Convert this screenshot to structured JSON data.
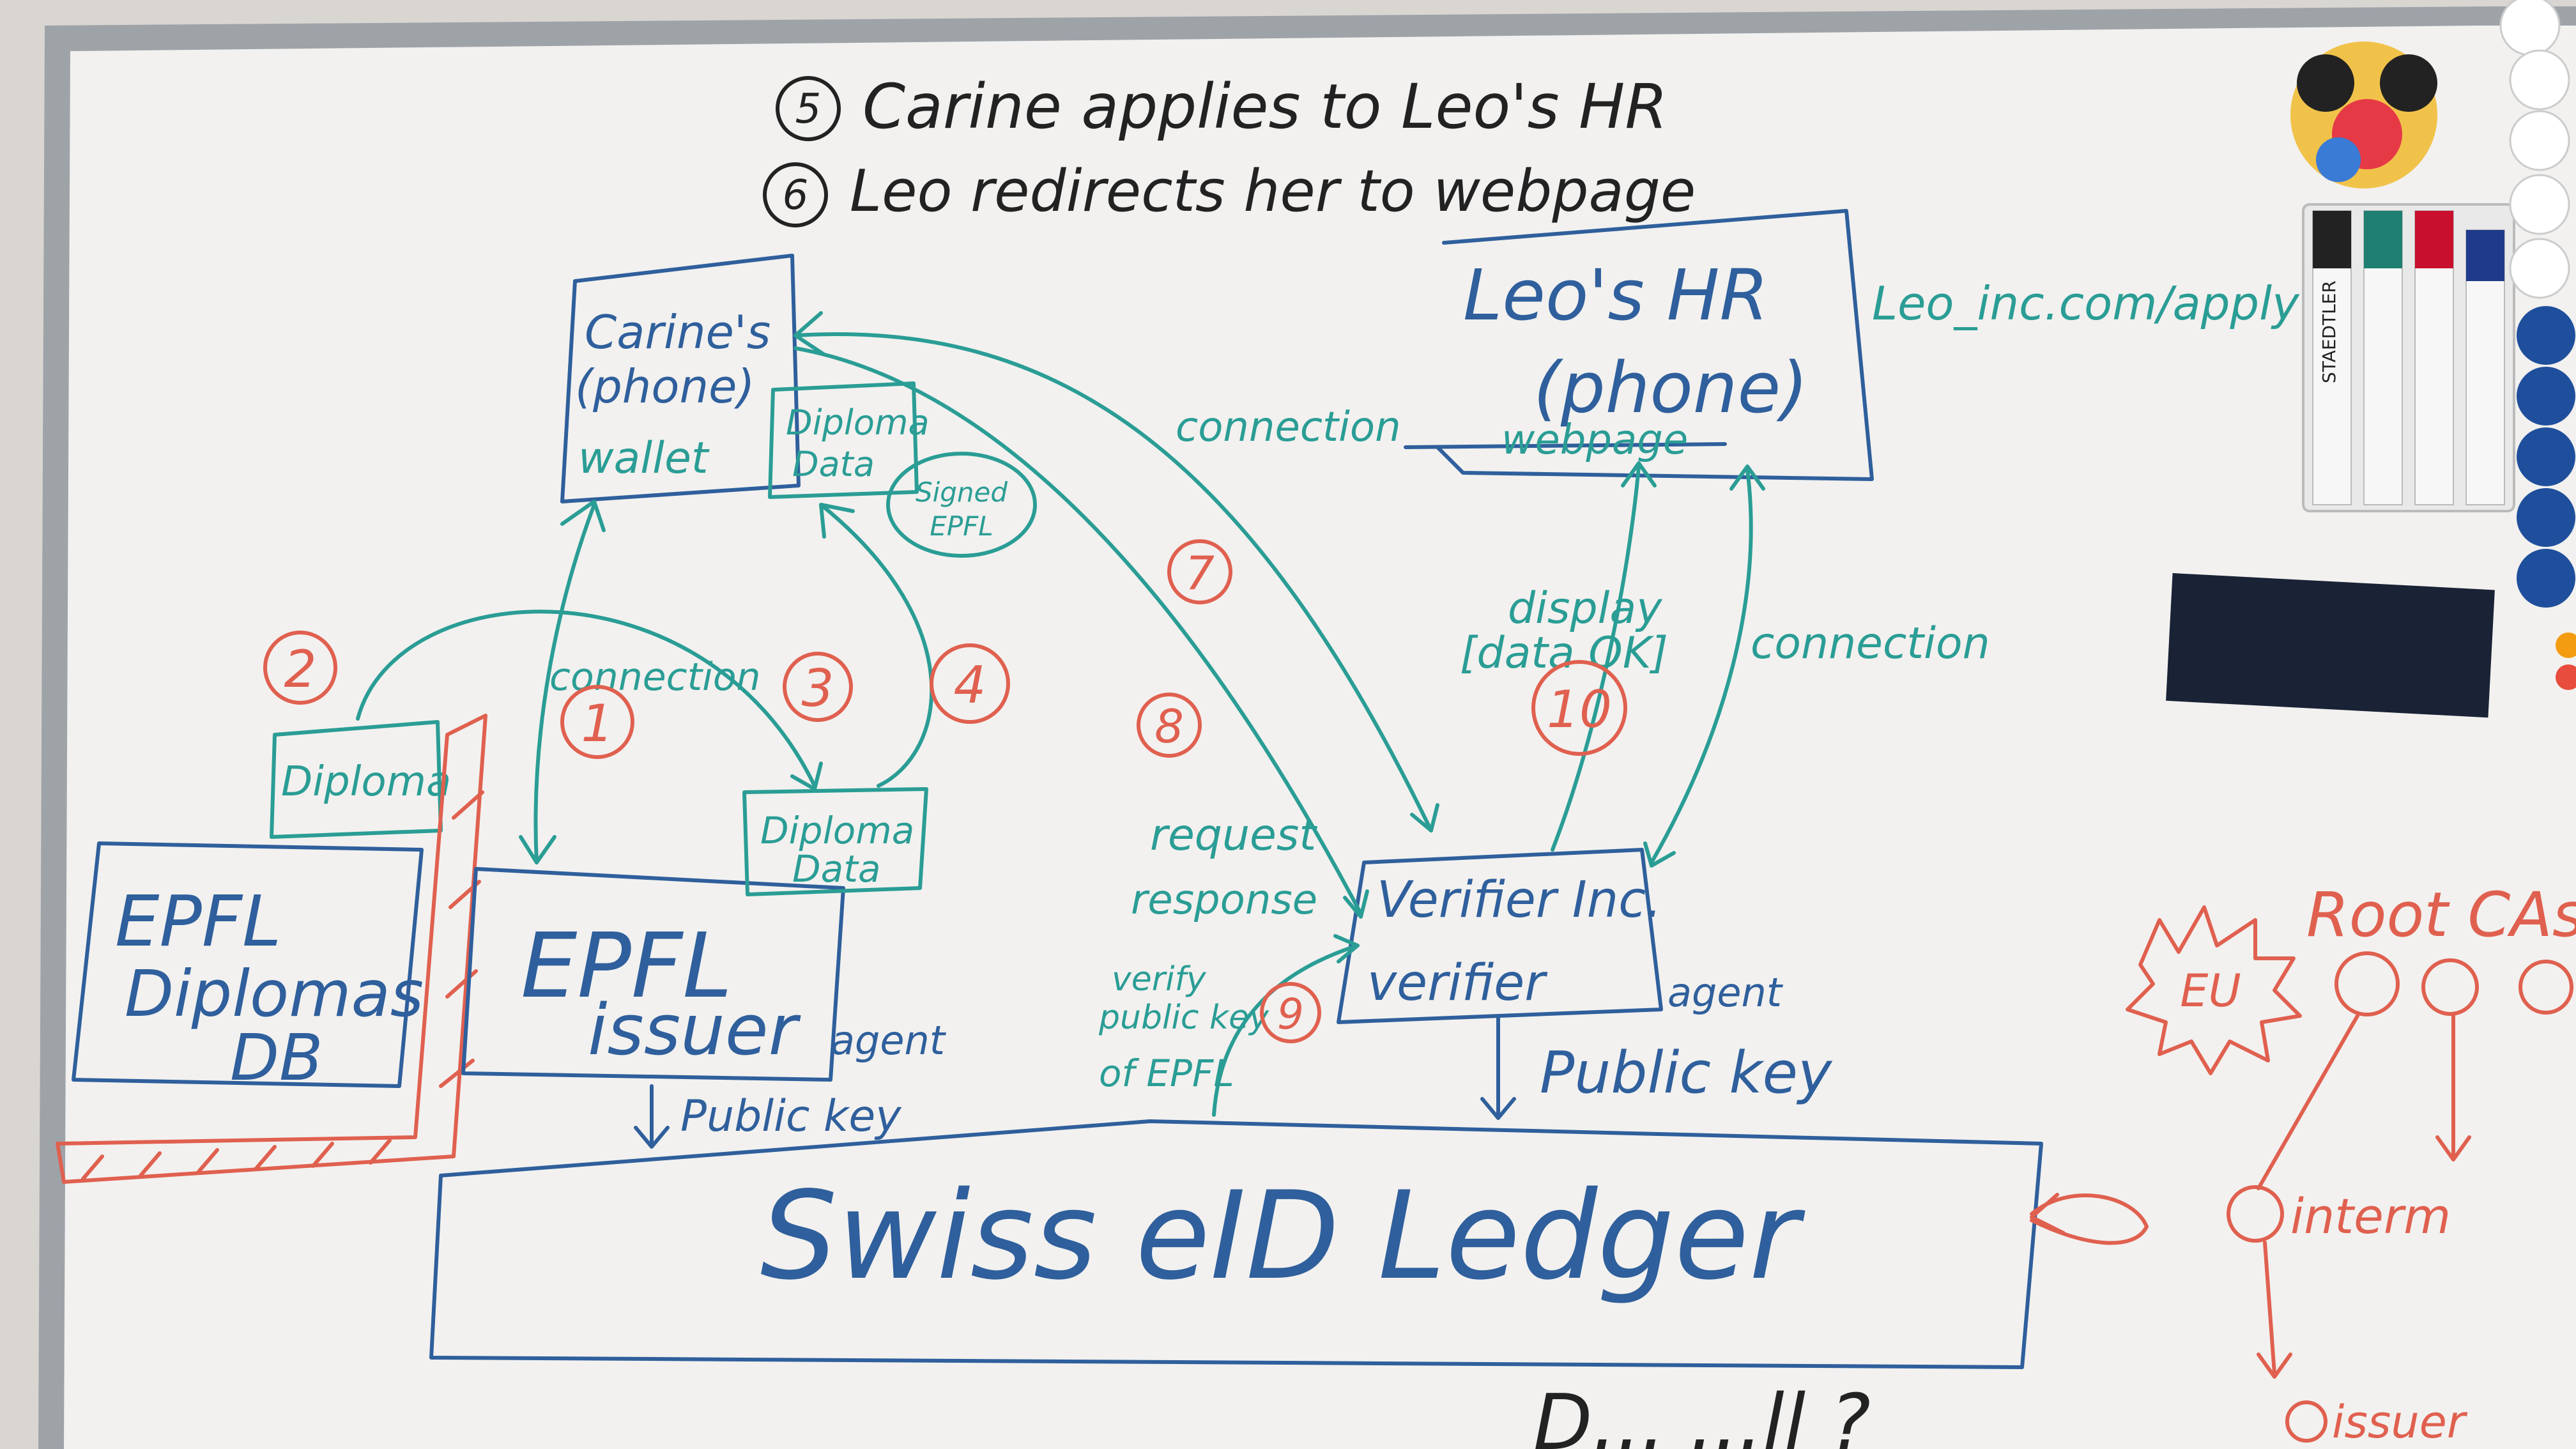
{
  "colors": {
    "board": "#f2f1ef",
    "frame": "#9ea3a8",
    "ink_blue": "#2f5f9c",
    "ink_teal": "#2a9d95",
    "ink_red": "#e0604f",
    "ink_black": "#222222",
    "wall": "#d9d6d2",
    "dark_strip": "#1a2236"
  },
  "header": {
    "step5": "Carine applies to Leo's HR",
    "step6": "Leo redirects her to webpage",
    "num5": "5",
    "num6": "6"
  },
  "wallet": {
    "line1": "Carine's",
    "line2": "(phone)",
    "line3": "wallet",
    "diploma_line1": "Diploma",
    "diploma_line2": "Data",
    "signed_line1": "Signed",
    "signed_line2": "EPFL"
  },
  "leos_hr": {
    "line1": "Leo's HR",
    "line2": "(phone)",
    "webpage": "webpage",
    "url": "Leo_inc.com/apply"
  },
  "epfl_db": {
    "line1": "EPFL",
    "line2": "Diplomas",
    "line3": "DB",
    "diploma": "Diploma"
  },
  "epfl_issuer": {
    "line1": "EPFL",
    "line2": "issuer",
    "agent": "agent",
    "public_key": "Public key",
    "diploma_line1": "Diploma",
    "diploma_line2": "Data"
  },
  "verifier": {
    "line1": "Verifier Inc.",
    "line2": "verifier",
    "agent": "agent",
    "public_key": "Public key"
  },
  "ledger": {
    "label": "Swiss eID Ledger"
  },
  "labels": {
    "connection_1": "connection",
    "connection_7": "connection",
    "connection_10": "connection",
    "request": "request",
    "response": "response",
    "verify_line1": "verify",
    "verify_line2": "public key",
    "verify_line3": "of EPFL",
    "display_line1": "display",
    "display_line2": "[data OK]"
  },
  "steps": {
    "s1": "1",
    "s2": "2",
    "s3": "3",
    "s4": "4",
    "s7": "7",
    "s8": "8",
    "s9": "9",
    "s10": "10"
  },
  "trust": {
    "root_cas": "Root CAs",
    "eu": "EU",
    "interm": "interm",
    "issuer": "issuer"
  },
  "bottom": {
    "partial": "D... ...ll ?"
  },
  "markers": {
    "brand": "STAEDTLER",
    "colors": [
      "#222222",
      "#1f7f73",
      "#c8102e",
      "#1f3a8a"
    ]
  },
  "magnets_colors": [
    "#ffffff",
    "#ffffff",
    "#ffffff",
    "#ffffff",
    "#ffffff",
    "#1f4f9c",
    "#1f4f9c",
    "#1f4f9c",
    "#1f4f9c",
    "#1f4f9c",
    "#1f4f9c"
  ]
}
